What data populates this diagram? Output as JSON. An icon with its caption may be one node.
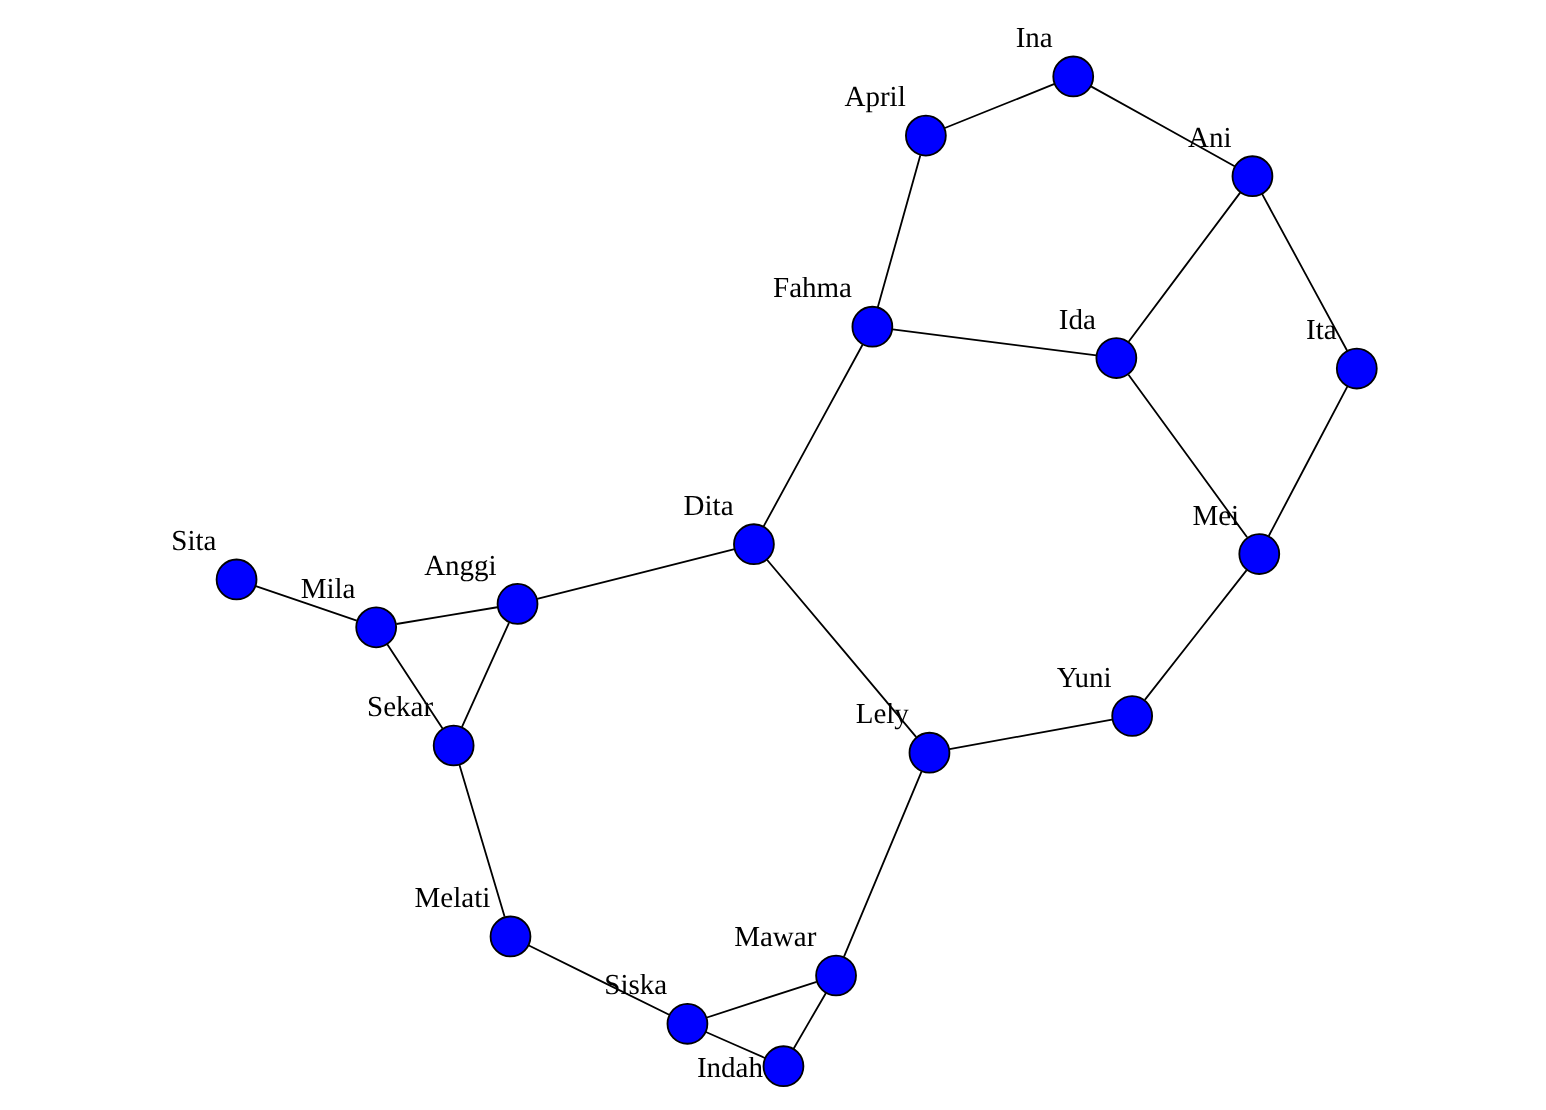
{
  "diagram": {
    "nodes": [
      {
        "text": [],
        "shape": "circle",
        "beside": [
          "Yuni"
        ]
      },
      {
        "text": [],
        "shape": "circle",
        "beside": [
          "Indah"
        ]
      },
      {
        "text": [],
        "shape": "circle",
        "beside": [
          "Ita"
        ]
      },
      {
        "text": [],
        "shape": "circle",
        "beside": [
          "Siska"
        ]
      },
      {
        "text": [],
        "shape": "circle",
        "beside": [
          "Lely"
        ]
      },
      {
        "text": [],
        "shape": "circle",
        "beside": [
          "Mei"
        ]
      },
      {
        "text": [],
        "shape": "circle",
        "beside": [
          "Ani"
        ]
      },
      {
        "text": [],
        "shape": "circle",
        "beside": [
          "Ida"
        ]
      },
      {
        "text": [],
        "shape": "circle",
        "beside": [
          "Mawar"
        ]
      },
      {
        "text": [],
        "shape": "circle",
        "beside": [
          "Melati"
        ]
      },
      {
        "text": [],
        "shape": "circle",
        "beside": [
          "Dita"
        ]
      },
      {
        "text": [],
        "shape": "circle",
        "beside": [
          "Sekar"
        ]
      },
      {
        "text": [],
        "shape": "circle",
        "beside": [
          "Fahma"
        ]
      },
      {
        "text": [],
        "shape": "circle",
        "beside": [
          "Ina"
        ]
      },
      {
        "text": [],
        "shape": "circle",
        "beside": [
          "Mila"
        ]
      },
      {
        "text": [],
        "shape": "circle",
        "beside": [
          "April"
        ]
      },
      {
        "text": [],
        "shape": "circle",
        "beside": [
          "Anggi"
        ]
      },
      {
        "text": [],
        "shape": "circle",
        "beside": [
          "Sita"
        ]
      }
    ],
    "edges": [
      {
        "from": 2,
        "to": 5,
        "arrow": "none"
      },
      {
        "from": 2,
        "to": 6,
        "arrow": "none"
      },
      {
        "from": 0,
        "to": 5,
        "arrow": "none"
      },
      {
        "from": 0,
        "to": 4,
        "arrow": "none"
      },
      {
        "from": 5,
        "to": 7,
        "arrow": "none"
      },
      {
        "from": 6,
        "to": 7,
        "arrow": "none"
      },
      {
        "from": 6,
        "to": 13,
        "arrow": "none"
      },
      {
        "from": 7,
        "to": 12,
        "arrow": "none"
      },
      {
        "from": 13,
        "to": 15,
        "arrow": "none"
      },
      {
        "from": 15,
        "to": 12,
        "arrow": "none"
      },
      {
        "from": 12,
        "to": 10,
        "arrow": "none"
      },
      {
        "from": 4,
        "to": 10,
        "arrow": "none"
      },
      {
        "from": 4,
        "to": 8,
        "arrow": "none"
      },
      {
        "from": 1,
        "to": 8,
        "arrow": "none"
      },
      {
        "from": 1,
        "to": 3,
        "arrow": "none"
      },
      {
        "from": 3,
        "to": 8,
        "arrow": "none"
      },
      {
        "from": 3,
        "to": 9,
        "arrow": "none"
      },
      {
        "from": 9,
        "to": 11,
        "arrow": "none"
      },
      {
        "from": 10,
        "to": 16,
        "arrow": "none"
      },
      {
        "from": 11,
        "to": 16,
        "arrow": "none"
      },
      {
        "from": 11,
        "to": 14,
        "arrow": "none"
      },
      {
        "from": 16,
        "to": 14,
        "arrow": "none"
      },
      {
        "from": 14,
        "to": 17,
        "arrow": "none"
      }
    ]
  }
}
